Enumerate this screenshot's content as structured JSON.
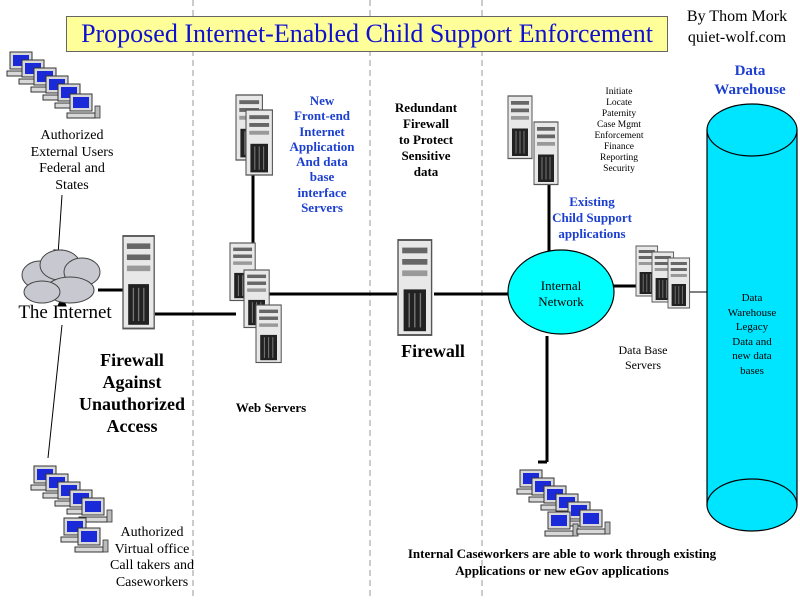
{
  "title": "Proposed Internet-Enabled Child Support Enforcement",
  "byline": {
    "author": "By Thom Mork",
    "site": "quiet-wolf.com"
  },
  "labels": {
    "external_users": [
      "Authorized",
      "External  Users",
      "Federal and",
      "States"
    ],
    "internet": "The Internet",
    "firewall_unauth": [
      "Firewall",
      "Against",
      "Unauthorized",
      "Access"
    ],
    "virtual_office": [
      "Authorized",
      "Virtual office",
      "Call takers and",
      "Caseworkers"
    ],
    "new_frontend": [
      "New",
      "Front-end",
      "Internet",
      "Application",
      "And data",
      "base",
      "interface",
      "Servers"
    ],
    "web_servers": "Web Servers",
    "redundant_firewall": [
      "Redundant",
      "Firewall",
      "to Protect",
      "Sensitive",
      "data"
    ],
    "firewall": "Firewall",
    "app_functions": [
      "Initiate",
      "Locate",
      "Paternity",
      "Case Mgmt",
      "Enforcement",
      "Finance",
      "Reporting",
      "Security"
    ],
    "existing_apps": [
      "Existing",
      "Child Support",
      "applications"
    ],
    "internal_network": [
      "Internal",
      "Network"
    ],
    "db_servers": [
      "Data Base",
      "Servers"
    ],
    "data_warehouse_title": [
      "Data",
      "Warehouse"
    ],
    "data_warehouse_inner": [
      "Data",
      "Warehouse",
      "Legacy",
      "Data and",
      "new data",
      "bases"
    ],
    "caseworkers": [
      "Internal Caseworkers are able to work through existing",
      "Applications or new eGov applications"
    ]
  },
  "colors": {
    "title_bg": "#ffff99",
    "title_text": "#1010d0",
    "blue_text": "#1c3fd0",
    "network_fill": "#00ffff",
    "cylinder_fill": "#00e5ff",
    "cloud_fill": "#c8c8d0",
    "divider": "#999999"
  },
  "icons": [
    "monitor-icon",
    "tower-server-icon",
    "cloud-icon",
    "ellipse-network-icon",
    "cylinder-database-icon"
  ]
}
